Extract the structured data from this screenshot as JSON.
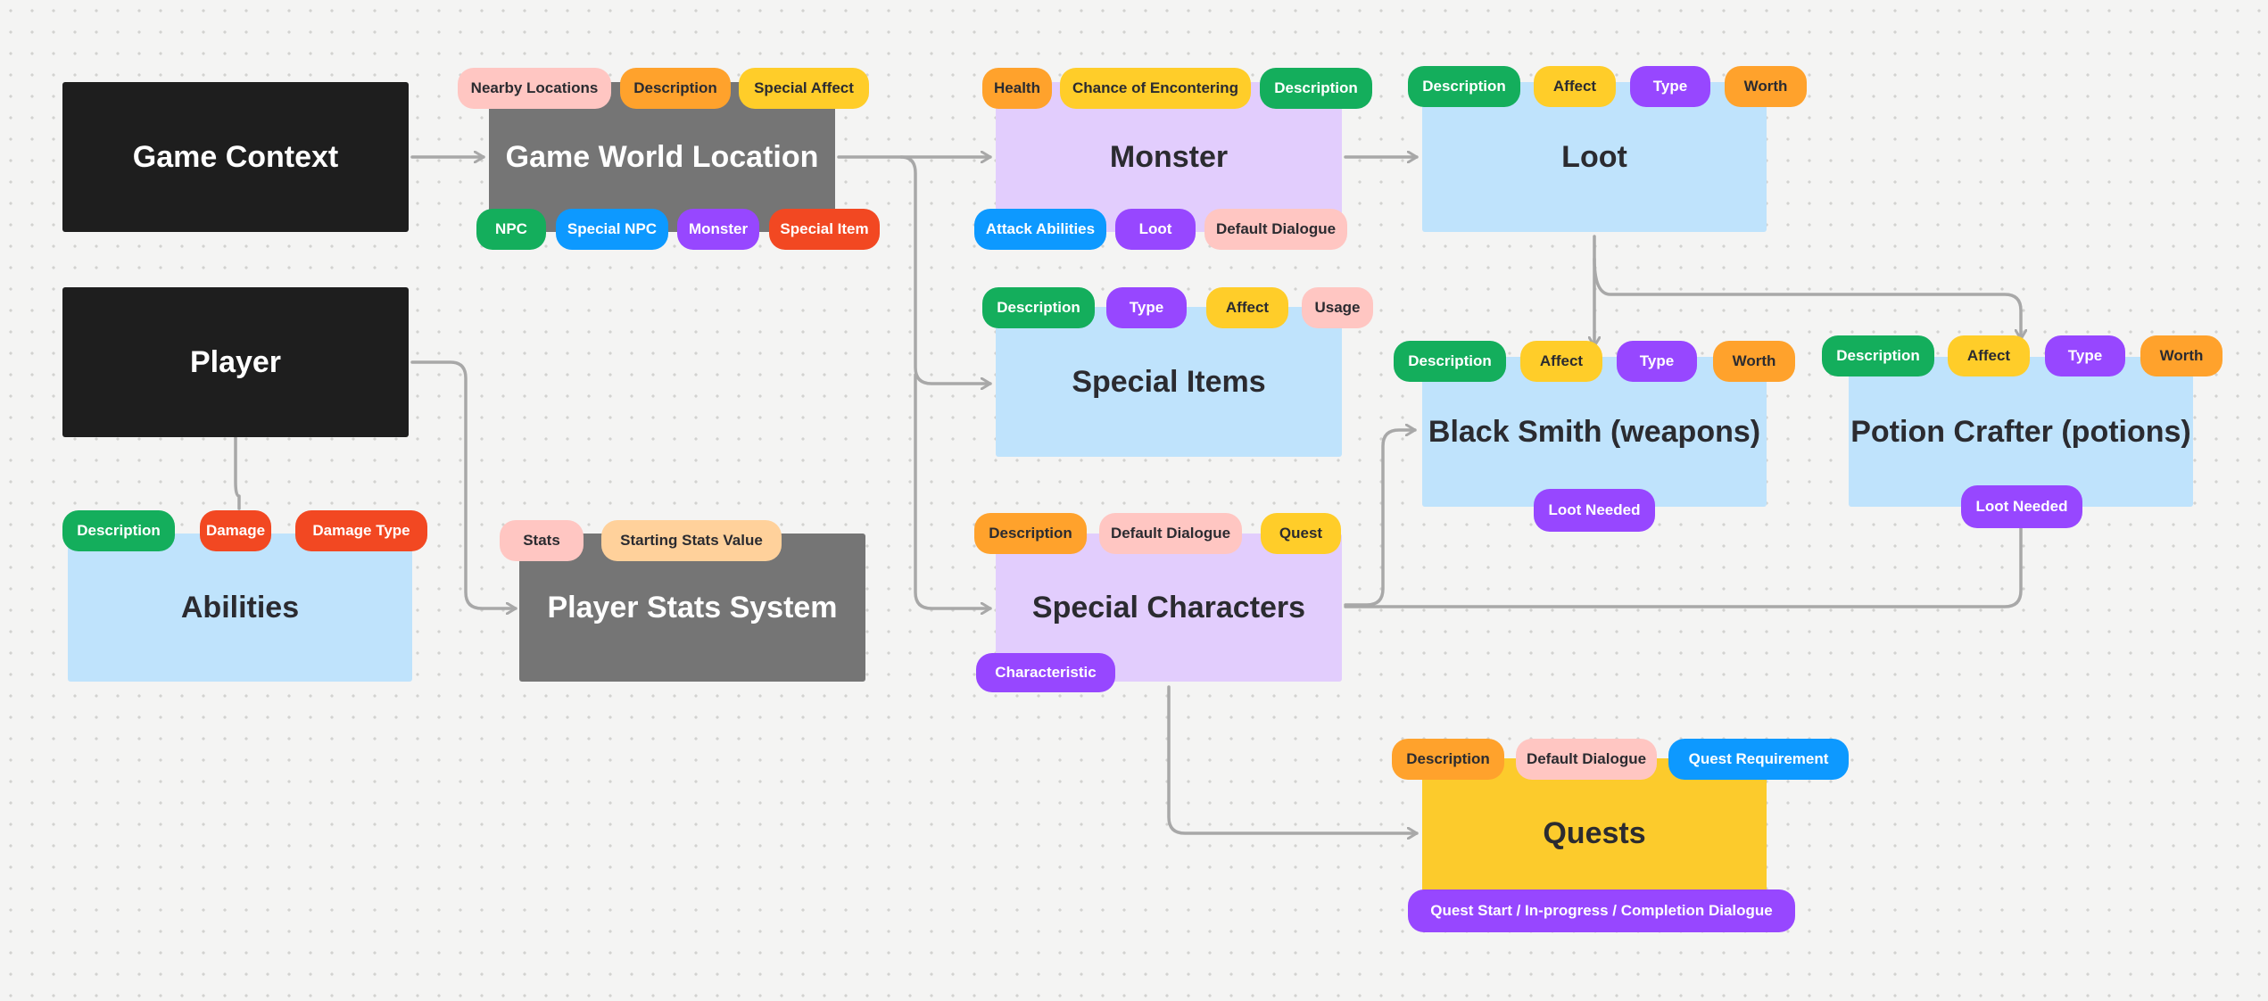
{
  "nodes": {
    "game_context": "Game Context",
    "game_world_location": "Game World Location",
    "monster": "Monster",
    "loot": "Loot",
    "player": "Player",
    "special_items": "Special Items",
    "black_smith": "Black Smith (weapons)",
    "potion_crafter": "Potion Crafter (potions)",
    "abilities": "Abilities",
    "player_stats_system": "Player Stats System",
    "special_characters": "Special Characters",
    "quests": "Quests"
  },
  "tags": {
    "game_world_location_top": [
      "Nearby Locations",
      "Description",
      "Special Affect"
    ],
    "game_world_location_bottom": [
      "NPC",
      "Special NPC",
      "Monster",
      "Special Item"
    ],
    "monster_top": [
      "Health",
      "Chance of Encontering",
      "Description"
    ],
    "monster_bottom": [
      "Attack Abilities",
      "Loot",
      "Default Dialogue"
    ],
    "loot_top": [
      "Description",
      "Affect",
      "Type",
      "Worth"
    ],
    "special_items_top": [
      "Description",
      "Type",
      "Affect",
      "Usage"
    ],
    "black_smith_top": [
      "Description",
      "Affect",
      "Type",
      "Worth"
    ],
    "black_smith_bottom": [
      "Loot Needed"
    ],
    "potion_crafter_top": [
      "Description",
      "Affect",
      "Type",
      "Worth"
    ],
    "potion_crafter_bottom": [
      "Loot Needed"
    ],
    "abilities_top": [
      "Description",
      "Damage",
      "Damage Type"
    ],
    "player_stats_top": [
      "Stats",
      "Starting Stats Value"
    ],
    "special_characters_top": [
      "Description",
      "Default Dialogue",
      "Quest"
    ],
    "special_characters_bottom": [
      "Characteristic"
    ],
    "quests_top": [
      "Description",
      "Default Dialogue",
      "Quest Requirement"
    ],
    "quests_bottom": [
      "Quest Start / In-progress / Completion Dialogue"
    ]
  },
  "colors": {
    "connector": "#a8a8a8",
    "green": "#14ae5c",
    "orange": "#ffa22c",
    "yellow": "#ffcd29",
    "purple": "#9747ff",
    "pink": "#ffc6c2",
    "red": "#f24822",
    "blue": "#0d99ff",
    "peach": "#ffd19b"
  }
}
